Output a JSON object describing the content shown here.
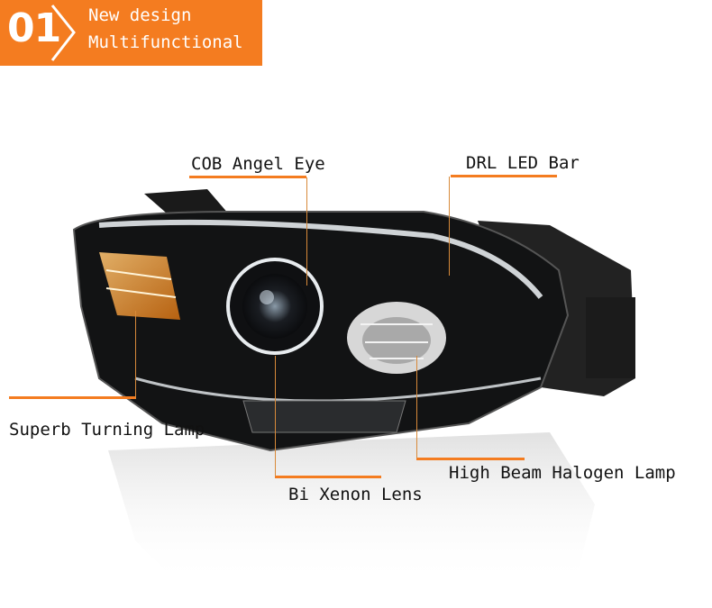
{
  "banner": {
    "number": "01",
    "line1": "New design",
    "line2": "Multifunctional",
    "color": "#f47c20"
  },
  "callouts": {
    "cob": "COB Angel Eye",
    "drl": "DRL LED Bar",
    "turning": "Superb Turning Lamp",
    "highbeam": "High Beam Halogen Lamp",
    "xenon": "Bi Xenon Lens"
  }
}
